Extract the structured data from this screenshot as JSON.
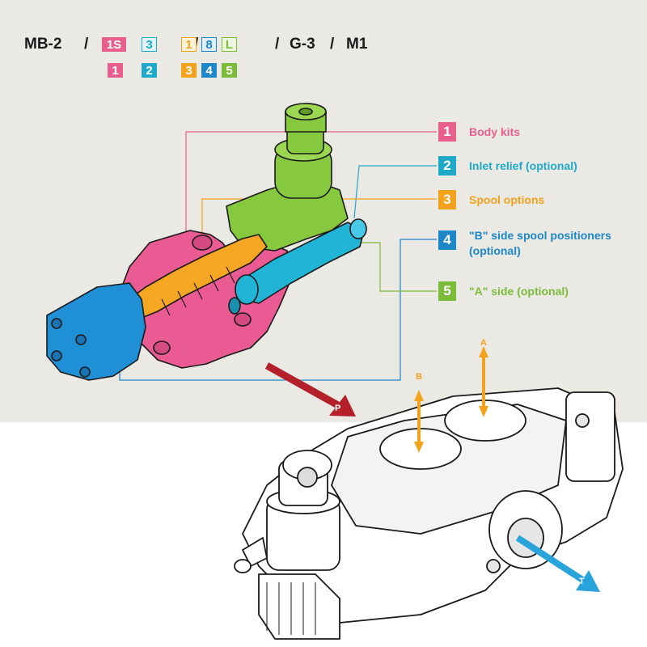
{
  "model_code": {
    "prefix": "MB-2",
    "sep1": "/",
    "seg_1s": "1S",
    "dash": "-",
    "seg_3": "3",
    "sep2": "/",
    "seg_1": "1",
    "seg_8": "8",
    "seg_L": "L",
    "sep3": "/",
    "seg_g3": "G-3",
    "sep4": "/",
    "seg_m1": "M1",
    "idx": [
      "1",
      "2",
      "3",
      "4",
      "5"
    ]
  },
  "legend": [
    {
      "num": "1",
      "label": "Body kits",
      "color": "#e85f8e"
    },
    {
      "num": "2",
      "label": "Inlet relief (optional)",
      "color": "#1fa9c9"
    },
    {
      "num": "3",
      "label": "Spool options",
      "color": "#f2a21b"
    },
    {
      "num": "4",
      "label": "\"B\" side spool positioners",
      "label2": "(optional)",
      "color": "#1d87c8"
    },
    {
      "num": "5",
      "label": "\"A\" side (optional)",
      "color": "#7cbc3a"
    }
  ],
  "ports": {
    "p": "P",
    "a": "A",
    "b": "B",
    "t": "T"
  },
  "colors": {
    "background_top": "#ebe9e4",
    "arrow_red": "#b3202a",
    "arrow_orange": "#f2a21b",
    "arrow_blue": "#29a3dc"
  }
}
